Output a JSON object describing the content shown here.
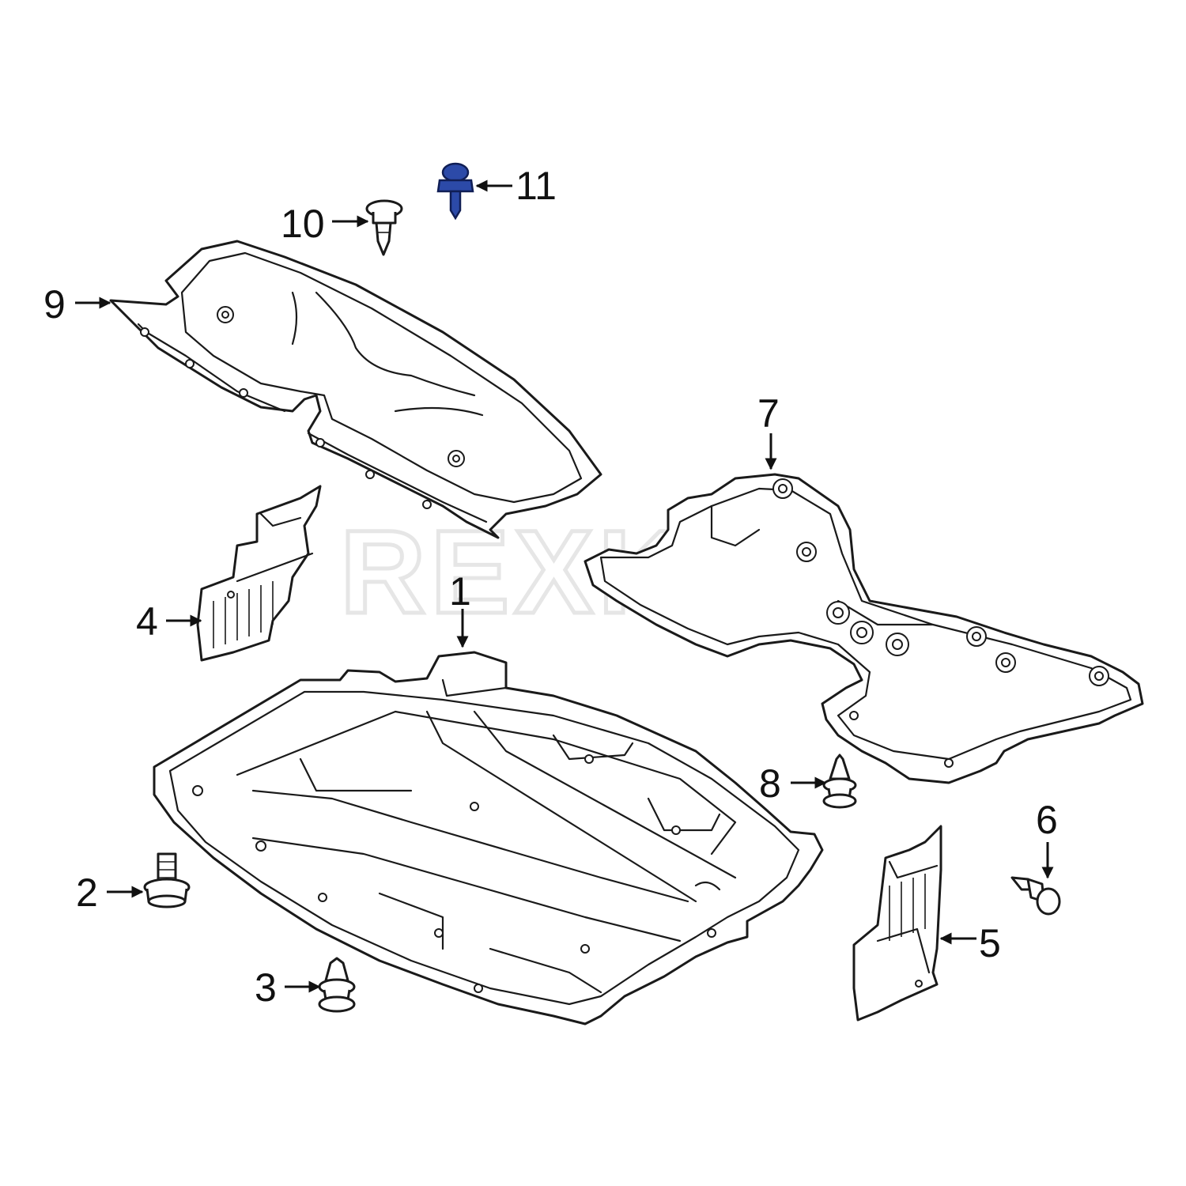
{
  "watermark": "REXKA",
  "callouts": [
    {
      "id": "1",
      "label": "1"
    },
    {
      "id": "2",
      "label": "2"
    },
    {
      "id": "3",
      "label": "3"
    },
    {
      "id": "4",
      "label": "4"
    },
    {
      "id": "5",
      "label": "5"
    },
    {
      "id": "6",
      "label": "6"
    },
    {
      "id": "7",
      "label": "7"
    },
    {
      "id": "8",
      "label": "8"
    },
    {
      "id": "9",
      "label": "9"
    },
    {
      "id": "10",
      "label": "10"
    },
    {
      "id": "11",
      "label": "11"
    }
  ],
  "colors": {
    "highlight_part": "#2c4aa8",
    "line": "#1a1a1a",
    "watermark": "#e6e6e6"
  }
}
